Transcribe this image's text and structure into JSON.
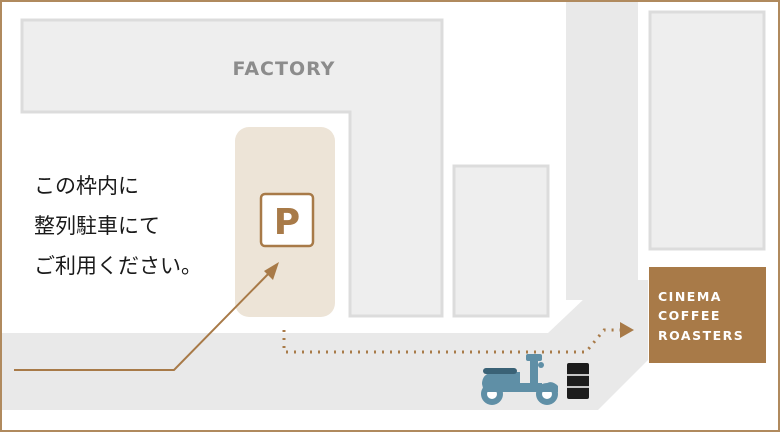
{
  "map": {
    "factory_label": "FACTORY",
    "parking_symbol": "P",
    "parking_note": [
      "この枠内に",
      "整列駐車にて",
      "ご利用ください。"
    ],
    "shop_label": [
      "CINEMA",
      "COFFEE",
      "ROASTERS"
    ],
    "icons": {
      "parking": "parking-sign-icon",
      "scooter": "scooter-icon",
      "drum": "oil-drum-icon",
      "arrow": "arrow-icon"
    },
    "colors": {
      "frame": "#b08a5e",
      "building_fill": "#eeeeee",
      "building_stroke": "#dcdcdc",
      "road": "#e9e9e9",
      "parking_area": "#ede4d7",
      "accent": "#a87a48",
      "text": "#1a1a1a",
      "scooter": "#5f8fa6",
      "drum": "#1c1c1c"
    }
  }
}
